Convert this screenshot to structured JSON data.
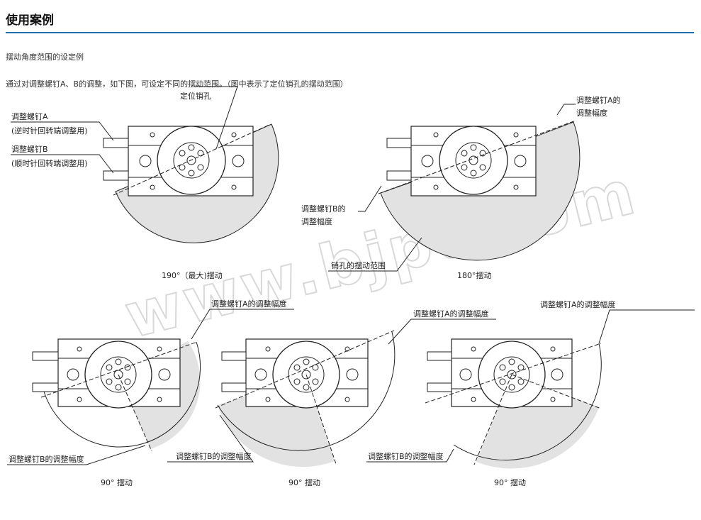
{
  "header": {
    "title": "使用案例",
    "rule_color": "#1f6fae"
  },
  "subtitle": "摆动角度范围的设定例",
  "description": "通过对调整螺钉A、B的调整，如下图，可设定不同的摆动范围。（图中表示了定位销孔的摆动范围）",
  "watermark": "www.bjpt.com",
  "colors": {
    "range_fill": "#e2e2e2",
    "line": "#222222"
  },
  "labels": {
    "pin_hole": "定位销孔",
    "screw_a_line1": "调整螺钉A",
    "screw_a_line2": "(逆时针回转端调整用)",
    "screw_b_line1": "调整螺钉B",
    "screw_b_line2": "(顺时针回转端调整用)",
    "screw_a_range_l1": "调整螺钉A的",
    "screw_a_range_l2": "调整幅度",
    "screw_b_range_l1": "调整螺钉B的",
    "screw_b_range_l2": "调整幅度",
    "pin_range": "销孔的摆动范围",
    "screw_a_range": "调整螺钉A的调整幅度",
    "screw_b_range": "调整螺钉B的调整幅度"
  },
  "figures": [
    {
      "caption": "190°（最大)摆动"
    },
    {
      "caption": "180°摆动"
    },
    {
      "caption": "90°  摆动"
    },
    {
      "caption": "90°  摆动"
    },
    {
      "caption": "90°  摆动"
    }
  ]
}
